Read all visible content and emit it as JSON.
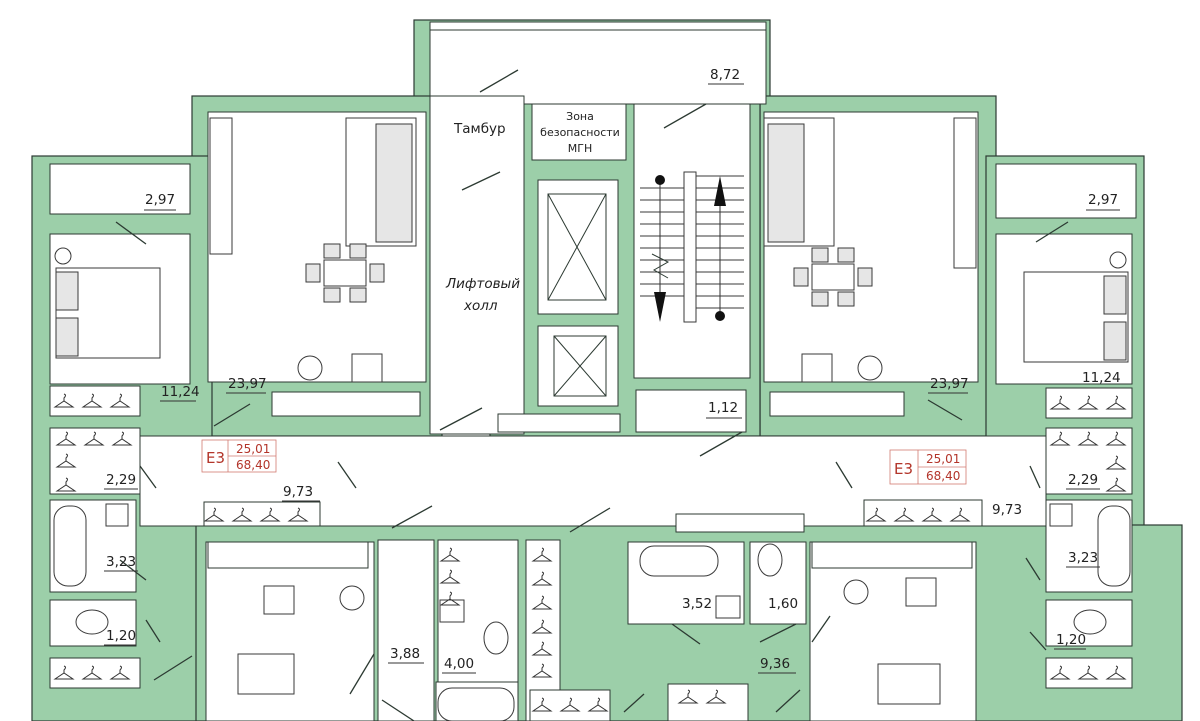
{
  "labels": {
    "tambur": "Тамбур",
    "safety_zone": [
      "Зона",
      "безопасности",
      "МГН"
    ],
    "lift_hall": [
      "Лифтовый",
      "холл"
    ]
  },
  "areas": {
    "tambur_top": "8,72",
    "balcony_left": "2,97",
    "balcony_right": "2,97",
    "bedroom_left": "11,24",
    "bedroom_right": "11,24",
    "kitchen_left": "23,97",
    "kitchen_right": "23,97",
    "corridor_left": "9,73",
    "corridor_right": "9,73",
    "wardrobe_left": "2,29",
    "wardrobe_right": "2,29",
    "bath_left": "3,23",
    "bath_right": "3,23",
    "wc_left": "1,20",
    "wc_right": "1,20",
    "niche": "1,12",
    "hall_mid": "3,88",
    "bath_mid": "4,00",
    "bath_mid2": "3,52",
    "wc_mid": "1,60",
    "hall_mid2": "9,36"
  },
  "apartment_tags": {
    "left": {
      "code": "Е3",
      "living": "25,01",
      "total": "68,40"
    },
    "right": {
      "code": "Е3",
      "living": "25,01",
      "total": "68,40"
    }
  },
  "colors": {
    "wall": "#9ccfa9",
    "line": "#2c3a32",
    "tag": "#b3352a"
  }
}
